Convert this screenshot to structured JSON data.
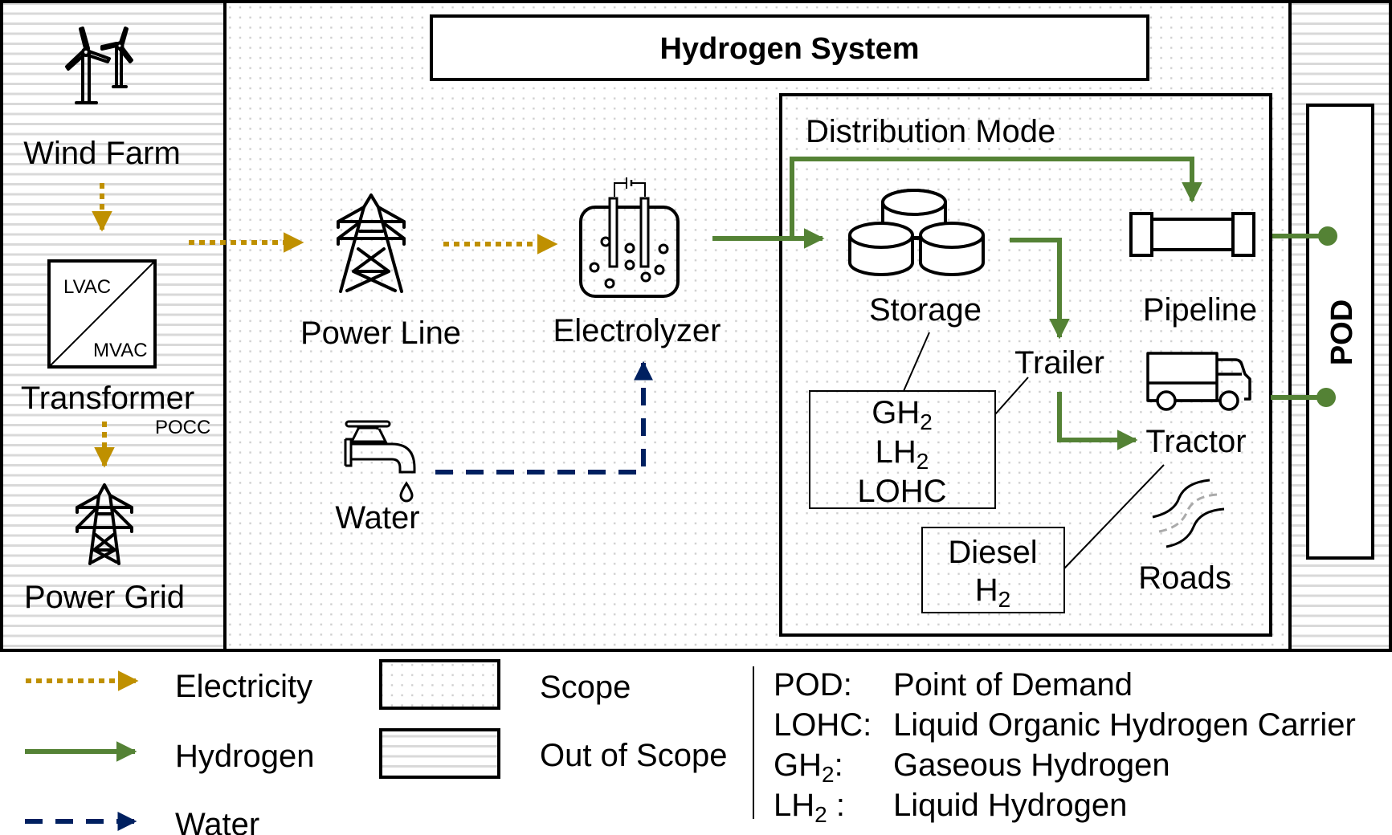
{
  "title": "Hydrogen System",
  "colors": {
    "electricity": "#bf9000",
    "hydrogen": "#548235",
    "water": "#002060",
    "out_of_scope_stripe": "#d9d9d9",
    "scope_dot": "#c8c8c8"
  },
  "out_of_scope_left": {
    "wind_farm": "Wind Farm",
    "transformer": "Transformer",
    "transformer_low": "LVAC",
    "transformer_high": "MVAC",
    "pocc": "POCC",
    "power_grid": "Power Grid"
  },
  "scope": {
    "power_line": "Power Line",
    "electrolyzer": "Electrolyzer",
    "water": "Water"
  },
  "distribution": {
    "title": "Distribution Mode",
    "storage": "Storage",
    "pipeline": "Pipeline",
    "trailer": "Trailer",
    "tractor": "Tractor",
    "roads": "Roads",
    "carriers": [
      {
        "base": "GH",
        "sub": "2"
      },
      {
        "base": "LH",
        "sub": "2"
      },
      {
        "base": "LOHC",
        "sub": ""
      }
    ],
    "fuels": [
      {
        "base": "Diesel",
        "sub": ""
      },
      {
        "base": "H",
        "sub": "2"
      }
    ]
  },
  "out_of_scope_right": {
    "pod": "POD"
  },
  "legend": {
    "flows": [
      {
        "key": "electricity",
        "label": "Electricity"
      },
      {
        "key": "hydrogen",
        "label": "Hydrogen"
      },
      {
        "key": "water",
        "label": "Water"
      }
    ],
    "areas": [
      {
        "key": "scope",
        "label": "Scope"
      },
      {
        "key": "out_of_scope",
        "label": "Out of Scope"
      }
    ],
    "abbreviations": [
      {
        "abbr": "POD:",
        "abbr_base": "POD",
        "abbr_sub": "",
        "abbr_tail": ":",
        "meaning": "Point of Demand"
      },
      {
        "abbr": "LOHC:",
        "abbr_base": "LOHC",
        "abbr_sub": "",
        "abbr_tail": ":",
        "meaning": "Liquid Organic Hydrogen Carrier"
      },
      {
        "abbr": "GH2:",
        "abbr_base": "GH",
        "abbr_sub": "2",
        "abbr_tail": ":",
        "meaning": "Gaseous Hydrogen"
      },
      {
        "abbr": "LH2 :",
        "abbr_base": "LH",
        "abbr_sub": "2",
        "abbr_tail": " :",
        "meaning": "Liquid Hydrogen"
      }
    ]
  }
}
